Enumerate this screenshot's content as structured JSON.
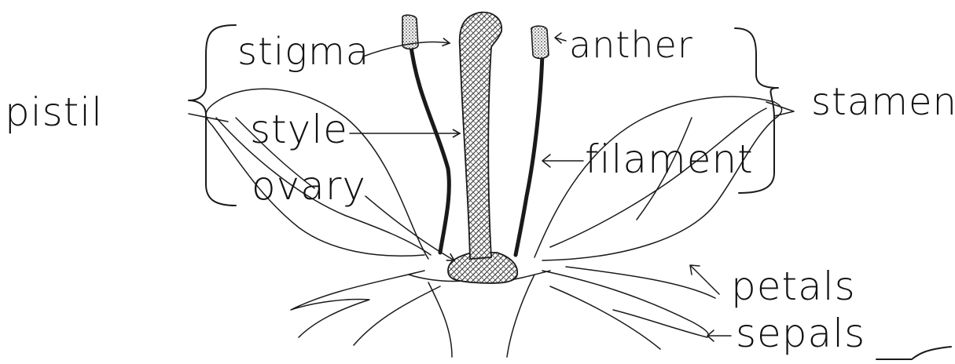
{
  "labels": {
    "pistil": "pistil",
    "stigma": "stigma",
    "style": "style",
    "ovary": "ovary",
    "anther": "anther",
    "filament": "filament",
    "stamen": "stamen",
    "petals": "petals",
    "sepals": "sepals"
  },
  "colors": {
    "ink": "#1a1a1a",
    "background": "#ffffff"
  }
}
